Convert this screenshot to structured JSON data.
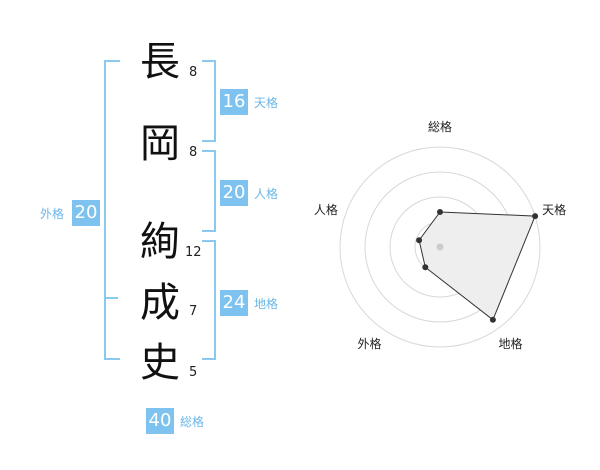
{
  "name_chars": [
    {
      "char": "長",
      "strokes": "8"
    },
    {
      "char": "岡",
      "strokes": "8"
    },
    {
      "char": "絢",
      "strokes": "12"
    },
    {
      "char": "成",
      "strokes": "7"
    },
    {
      "char": "史",
      "strokes": "5"
    }
  ],
  "fortunes": {
    "tenkaku": {
      "value": "16",
      "label": "天格"
    },
    "jinkaku": {
      "value": "20",
      "label": "人格"
    },
    "chikaku": {
      "value": "24",
      "label": "地格"
    },
    "gaikaku": {
      "value": "20",
      "label": "外格"
    },
    "soukaku": {
      "value": "40",
      "label": "総格"
    }
  },
  "radar": {
    "axes": [
      "総格",
      "天格",
      "地格",
      "外格",
      "人格"
    ],
    "levels": 4,
    "scores": [
      0.35,
      1.0,
      0.9,
      0.25,
      0.22
    ],
    "colors": {
      "grid": "#d8d8d8",
      "fill": "#eeeeee",
      "line": "#333333",
      "point": "#333333",
      "center": "#cccccc"
    }
  },
  "colors": {
    "accent": "#7ec3ef",
    "accent_text": "#6bb7e8"
  }
}
